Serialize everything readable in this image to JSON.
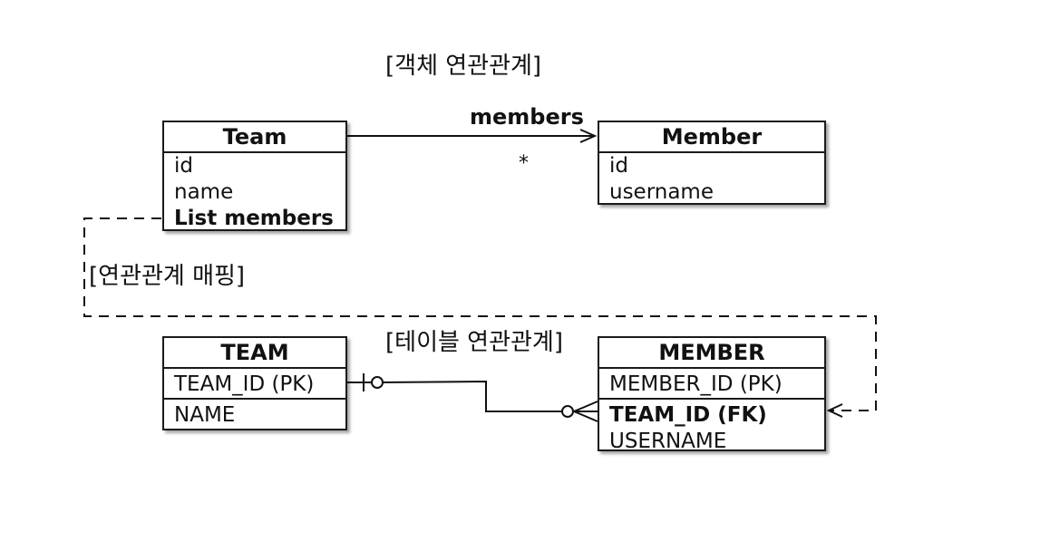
{
  "titles": {
    "object_relation": "[객체 연관관계]",
    "mapping": "[연관관계 매핑]",
    "table_relation": "[테이블 연관관계]"
  },
  "object_model": {
    "team": {
      "name": "Team",
      "fields": [
        "id",
        "name",
        "List members"
      ]
    },
    "member": {
      "name": "Member",
      "fields": [
        "id",
        "username"
      ]
    },
    "association": {
      "role": "members",
      "multiplicity": "*"
    }
  },
  "table_model": {
    "team": {
      "name": "TEAM",
      "pk": "TEAM_ID (PK)",
      "columns": [
        "NAME"
      ]
    },
    "member": {
      "name": "MEMBER",
      "pk": "MEMBER_ID (PK)",
      "columns": [
        "TEAM_ID (FK)",
        "USERNAME"
      ]
    }
  }
}
